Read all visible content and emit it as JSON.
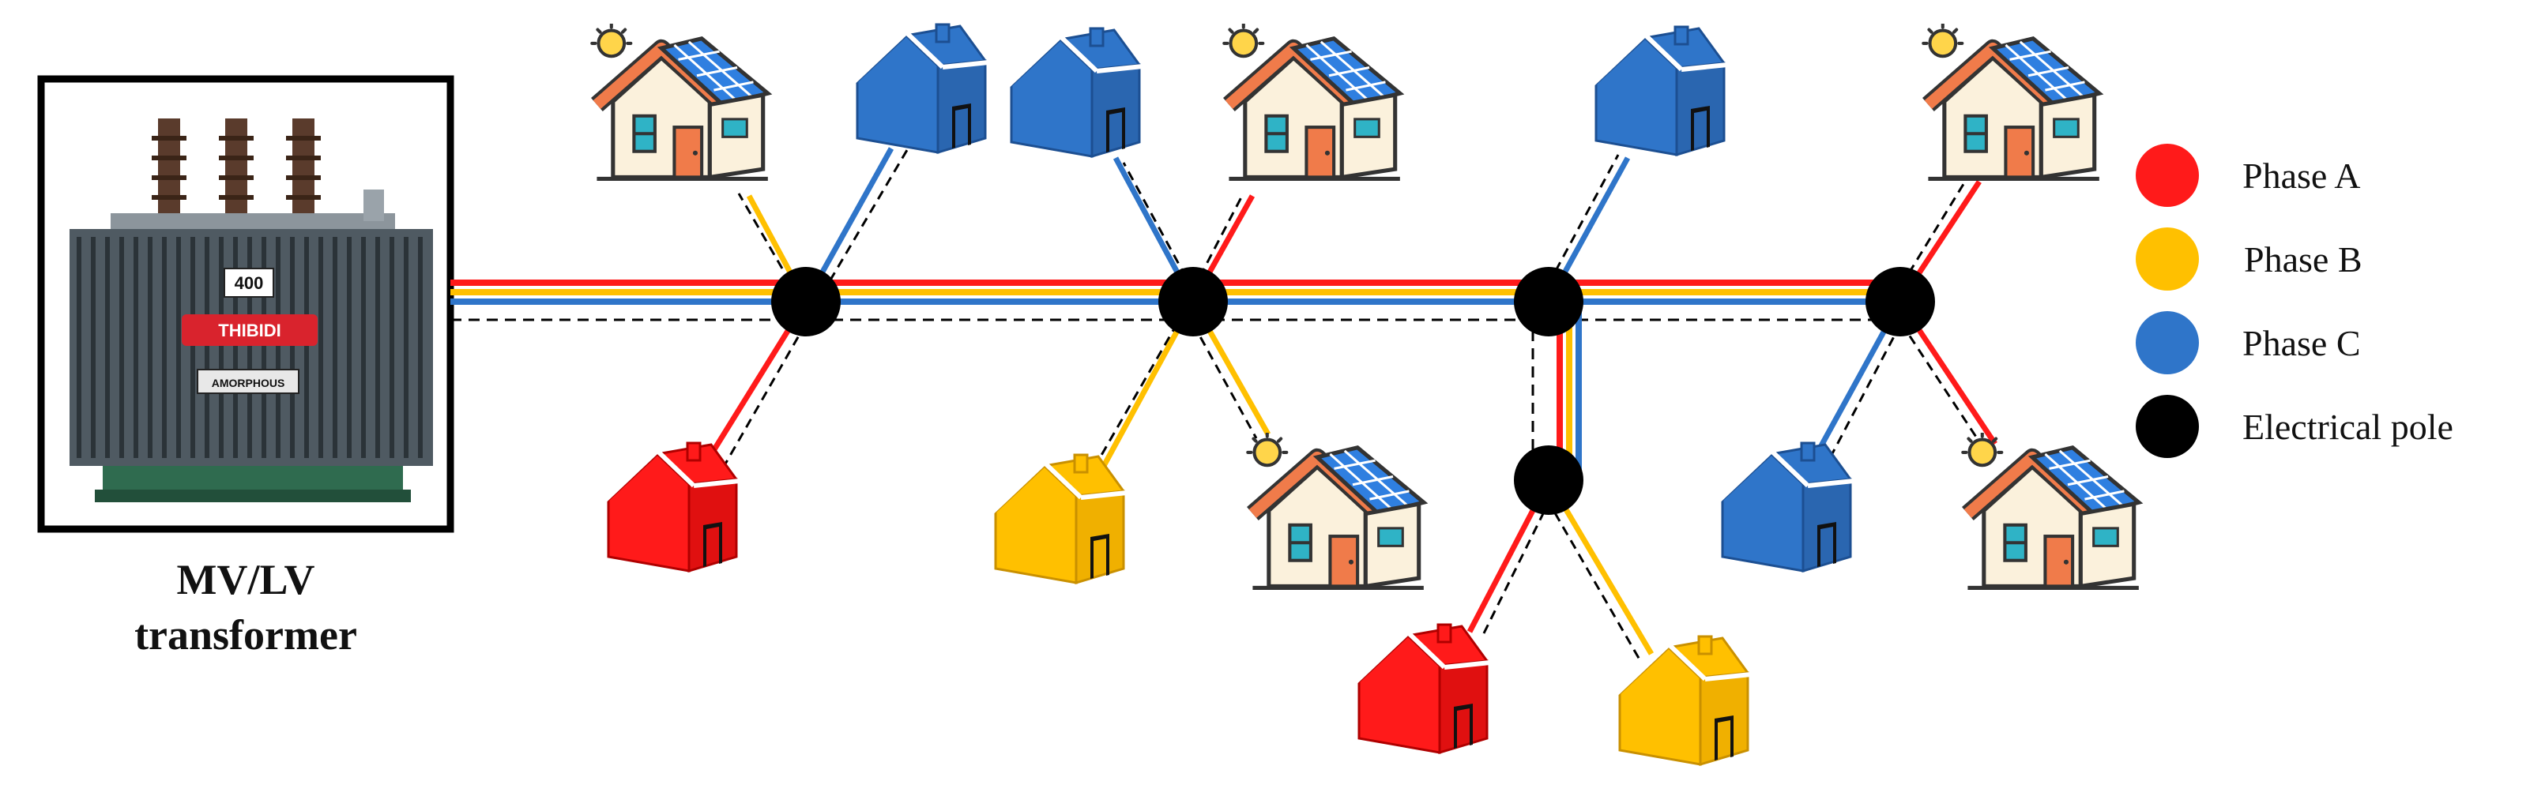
{
  "transformer": {
    "caption_line1": "MV/LV",
    "caption_line2": "transformer",
    "rating_plate": "400",
    "brand_plate": "THIBIDI",
    "type_plate": "AMORPHOUS"
  },
  "legend": [
    {
      "label": "Phase A",
      "color": "#ff1a1a"
    },
    {
      "label": "Phase B",
      "color": "#ffc000"
    },
    {
      "label": "Phase C",
      "color": "#2f75c9"
    },
    {
      "label": "Electrical pole",
      "color": "#000000"
    }
  ],
  "phase_colors": {
    "A": "#ff1a1a",
    "B": "#ffc000",
    "C": "#2f75c9",
    "neutral": "#000000"
  },
  "poles": [
    "pole-1",
    "pole-2",
    "pole-3",
    "pole-4",
    "pole-branch"
  ],
  "houses": [
    {
      "id": "solar-house-1",
      "type": "solar",
      "phase": "B"
    },
    {
      "id": "house-c-1",
      "type": "plain",
      "phase": "C"
    },
    {
      "id": "house-a-1",
      "type": "plain",
      "phase": "A"
    },
    {
      "id": "house-c-2",
      "type": "plain",
      "phase": "C"
    },
    {
      "id": "solar-house-2",
      "type": "solar",
      "phase": "A"
    },
    {
      "id": "house-b-1",
      "type": "plain",
      "phase": "B"
    },
    {
      "id": "solar-house-3",
      "type": "solar",
      "phase": "B"
    },
    {
      "id": "house-c-3",
      "type": "plain",
      "phase": "C"
    },
    {
      "id": "house-a-2",
      "type": "plain",
      "phase": "A"
    },
    {
      "id": "house-b-2",
      "type": "plain",
      "phase": "B"
    },
    {
      "id": "solar-house-4",
      "type": "solar",
      "phase": "A"
    },
    {
      "id": "house-c-4",
      "type": "plain",
      "phase": "C"
    },
    {
      "id": "solar-house-5",
      "type": "solar",
      "phase": "A"
    }
  ]
}
